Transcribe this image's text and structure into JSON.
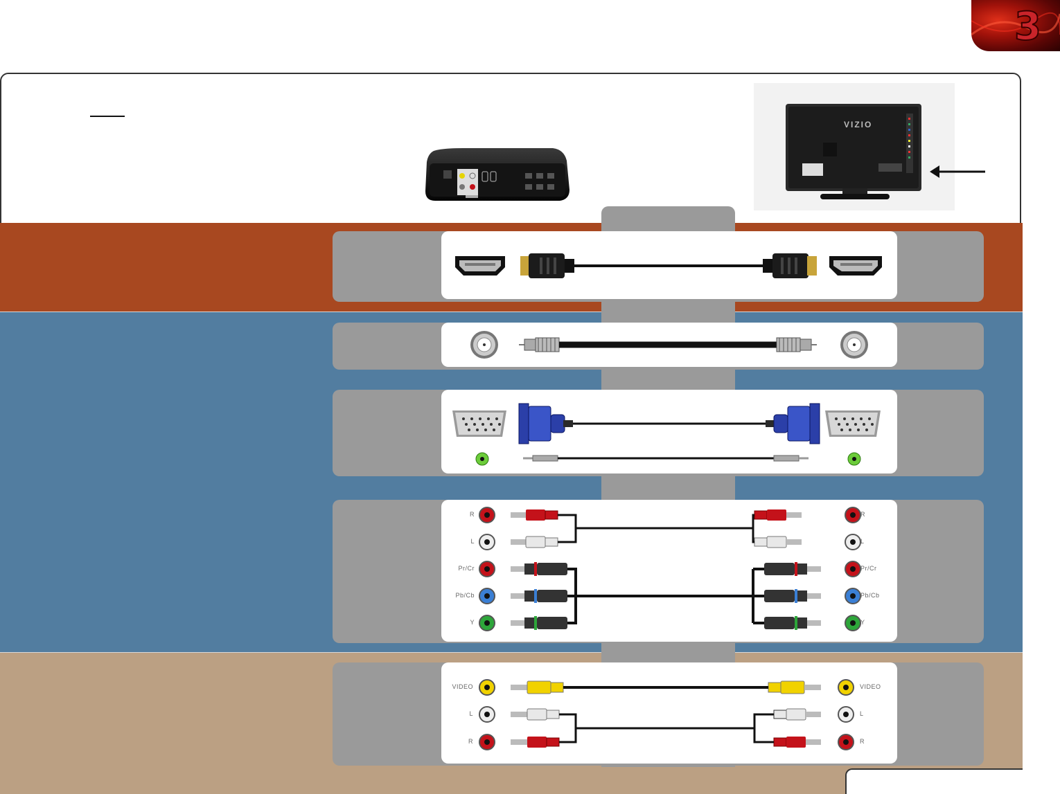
{
  "page_badge": {
    "number": "3"
  },
  "colors": {
    "digital_band": "#a84820",
    "hd_band": "#527da0",
    "sd_band": "#bba083",
    "panel_grey": "#9a9a9a"
  },
  "components": {
    "rows": [
      {
        "left": "R",
        "right": "R"
      },
      {
        "left": "L",
        "right": "L"
      },
      {
        "left": "Pr/Cr",
        "right": "Pr/Cr"
      },
      {
        "left": "Pb/Cb",
        "right": "Pb/Cb"
      },
      {
        "left": "Y",
        "right": "Y"
      }
    ]
  },
  "composite": {
    "rows": [
      {
        "left": "VIDEO",
        "right": "VIDEO"
      },
      {
        "left": "L",
        "right": "L"
      },
      {
        "left": "R",
        "right": "R"
      }
    ]
  },
  "tv_logo": "VIZIO"
}
